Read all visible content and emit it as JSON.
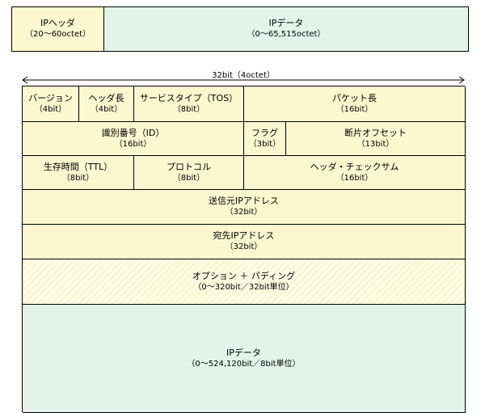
{
  "top_diagram": {
    "header": {
      "title": "IPヘッダ",
      "size": "（20～60octet）"
    },
    "data": {
      "title": "IPデータ",
      "size": "（0～65,515octet）"
    }
  },
  "scale_label": "32bit（4octet）",
  "header_rows": {
    "row1": [
      {
        "name": "バージョン",
        "bits": "（4bit）"
      },
      {
        "name": "ヘッダ長",
        "bits": "（4bit）"
      },
      {
        "name": "サービスタイプ（TOS）",
        "bits": "（8bit）"
      },
      {
        "name": "パケット長",
        "bits": "（16bit）"
      }
    ],
    "row2": [
      {
        "name": "識別番号（ID）",
        "bits": "（16bit）"
      },
      {
        "name": "フラグ",
        "bits": "（3bit）"
      },
      {
        "name": "断片オフセット",
        "bits": "（13bit）"
      }
    ],
    "row3": [
      {
        "name": "生存時間（TTL）",
        "bits": "（8bit）"
      },
      {
        "name": "プロトコル",
        "bits": "（8bit）"
      },
      {
        "name": "ヘッダ・チェックサム",
        "bits": "（16bit）"
      }
    ],
    "row4": {
      "name": "送信元IPアドレス",
      "bits": "（32bit）"
    },
    "row5": {
      "name": "宛先IPアドレス",
      "bits": "（32bit）"
    },
    "row6": {
      "name": "オプション ＋ パディング",
      "bits": "（0～320bit／32bit単位）"
    }
  },
  "data_block": {
    "name": "IPデータ",
    "bits": "（0～524,120bit／8bit単位）"
  },
  "colors": {
    "header": "#fdf7cf",
    "data": "#e2f4ea",
    "border": "#000000"
  }
}
